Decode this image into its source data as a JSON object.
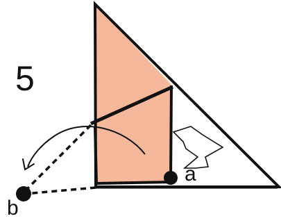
{
  "step": {
    "number": "5"
  },
  "points": {
    "a": "a",
    "b": "b"
  },
  "colors": {
    "paper_flap": "#f6b89a",
    "line": "#111111",
    "background": "#ffffff"
  }
}
